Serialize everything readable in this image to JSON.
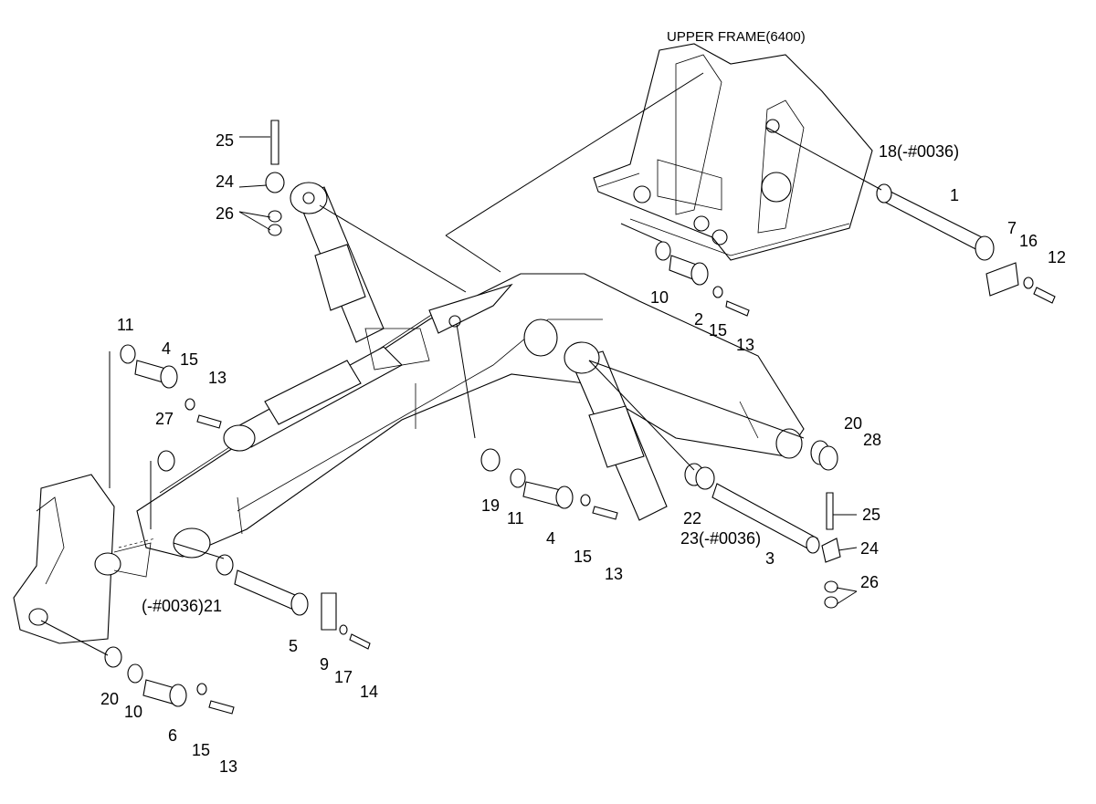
{
  "title": "UPPER FRAME(6400)",
  "callouts": [
    "25",
    "24",
    "26",
    "18(-#0036)",
    "1",
    "7",
    "16",
    "12",
    "10",
    "2",
    "15",
    "13",
    "11",
    "4",
    "15",
    "13",
    "27",
    "20",
    "28",
    "19",
    "11",
    "4",
    "15",
    "13",
    "22",
    "23(-#0036)",
    "3",
    "25",
    "24",
    "26",
    "(-#0036)21",
    "5",
    "9",
    "17",
    "14",
    "20",
    "10",
    "6",
    "15",
    "13"
  ]
}
